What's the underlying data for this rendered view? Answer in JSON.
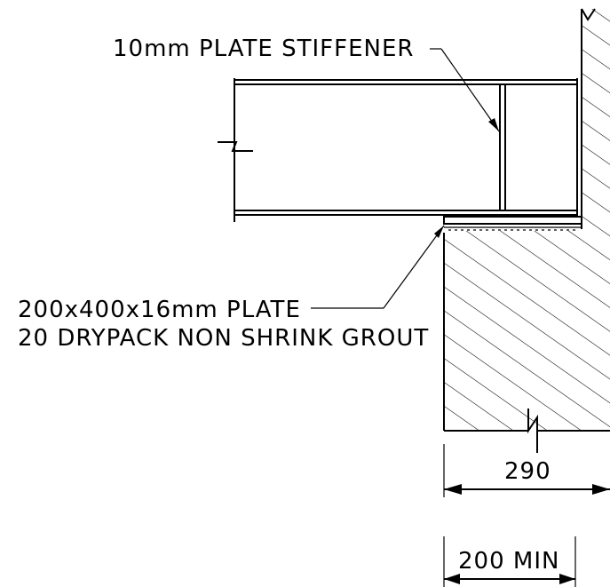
{
  "labels": {
    "stiffener": "10mm PLATE STIFFENER",
    "plate": "200x400x16mm PLATE",
    "grout": "20 DRYPACK NON SHRINK GROUT",
    "dim_overall": "290",
    "dim_min": "200 MIN"
  }
}
